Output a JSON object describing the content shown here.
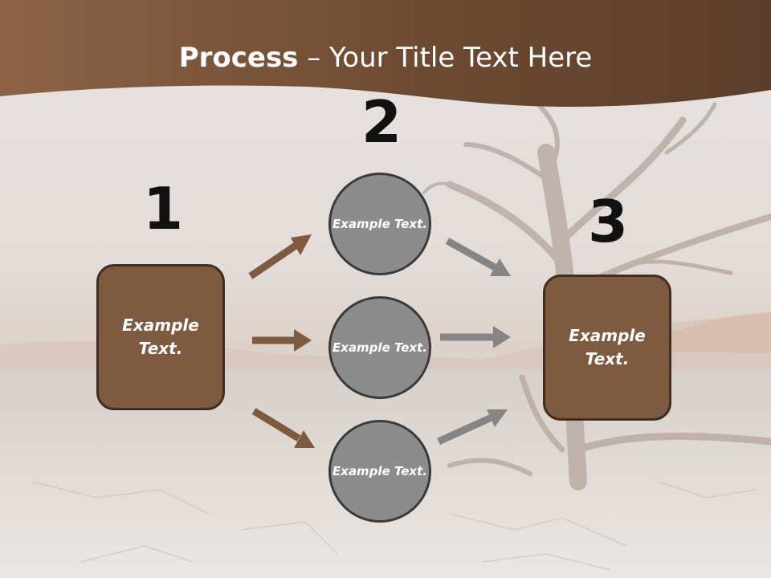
{
  "title": {
    "bold": "Process",
    "rest": " – Your Title Text Here"
  },
  "steps": {
    "n1": "1",
    "n2": "2",
    "n3": "3"
  },
  "boxes": {
    "left": "Example Text.",
    "right": "Example Text."
  },
  "circles": {
    "top": "Example Text.",
    "middle": "Example Text.",
    "bottom": "Example Text."
  },
  "colors": {
    "header": "#7a5233",
    "box": "#7d5a40",
    "circle": "#8c8c8c",
    "arrow_brown": "#7d5a40",
    "arrow_gray": "#858585"
  }
}
